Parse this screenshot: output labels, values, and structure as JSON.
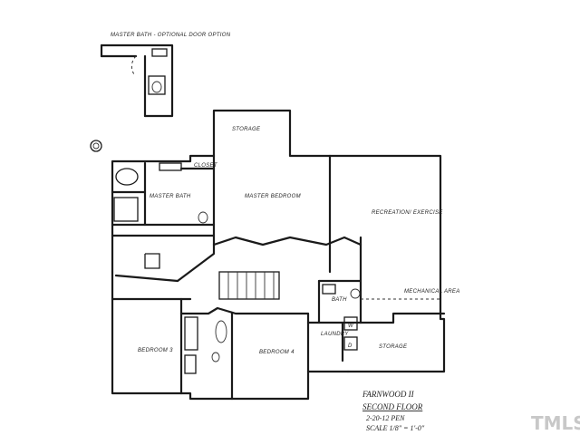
{
  "inset": {
    "label": "MASTER BATH - OPTIONAL DOOR OPTION"
  },
  "rooms": {
    "storage": "STORAGE",
    "master_bath": "MASTER BATH",
    "master_bedroom": "MASTER BEDROOM",
    "recreation": "RECREATION/ EXERCISE",
    "closet": "CLOSET",
    "bedroom3": "BEDROOM 3",
    "bedroom4": "BEDROOM 4",
    "bath": "BATH",
    "laundry": "LAUNDRY",
    "storage2": "STORAGE",
    "w": "W",
    "d": "D",
    "mech": "MECHANICAL AREA"
  },
  "title_block": {
    "name": "FARNWOOD II",
    "floor": "SECOND FLOOR",
    "date": "2-20-12 PEN",
    "scale": "SCALE 1/8\" = 1'-0\""
  },
  "watermark": "TMLS"
}
